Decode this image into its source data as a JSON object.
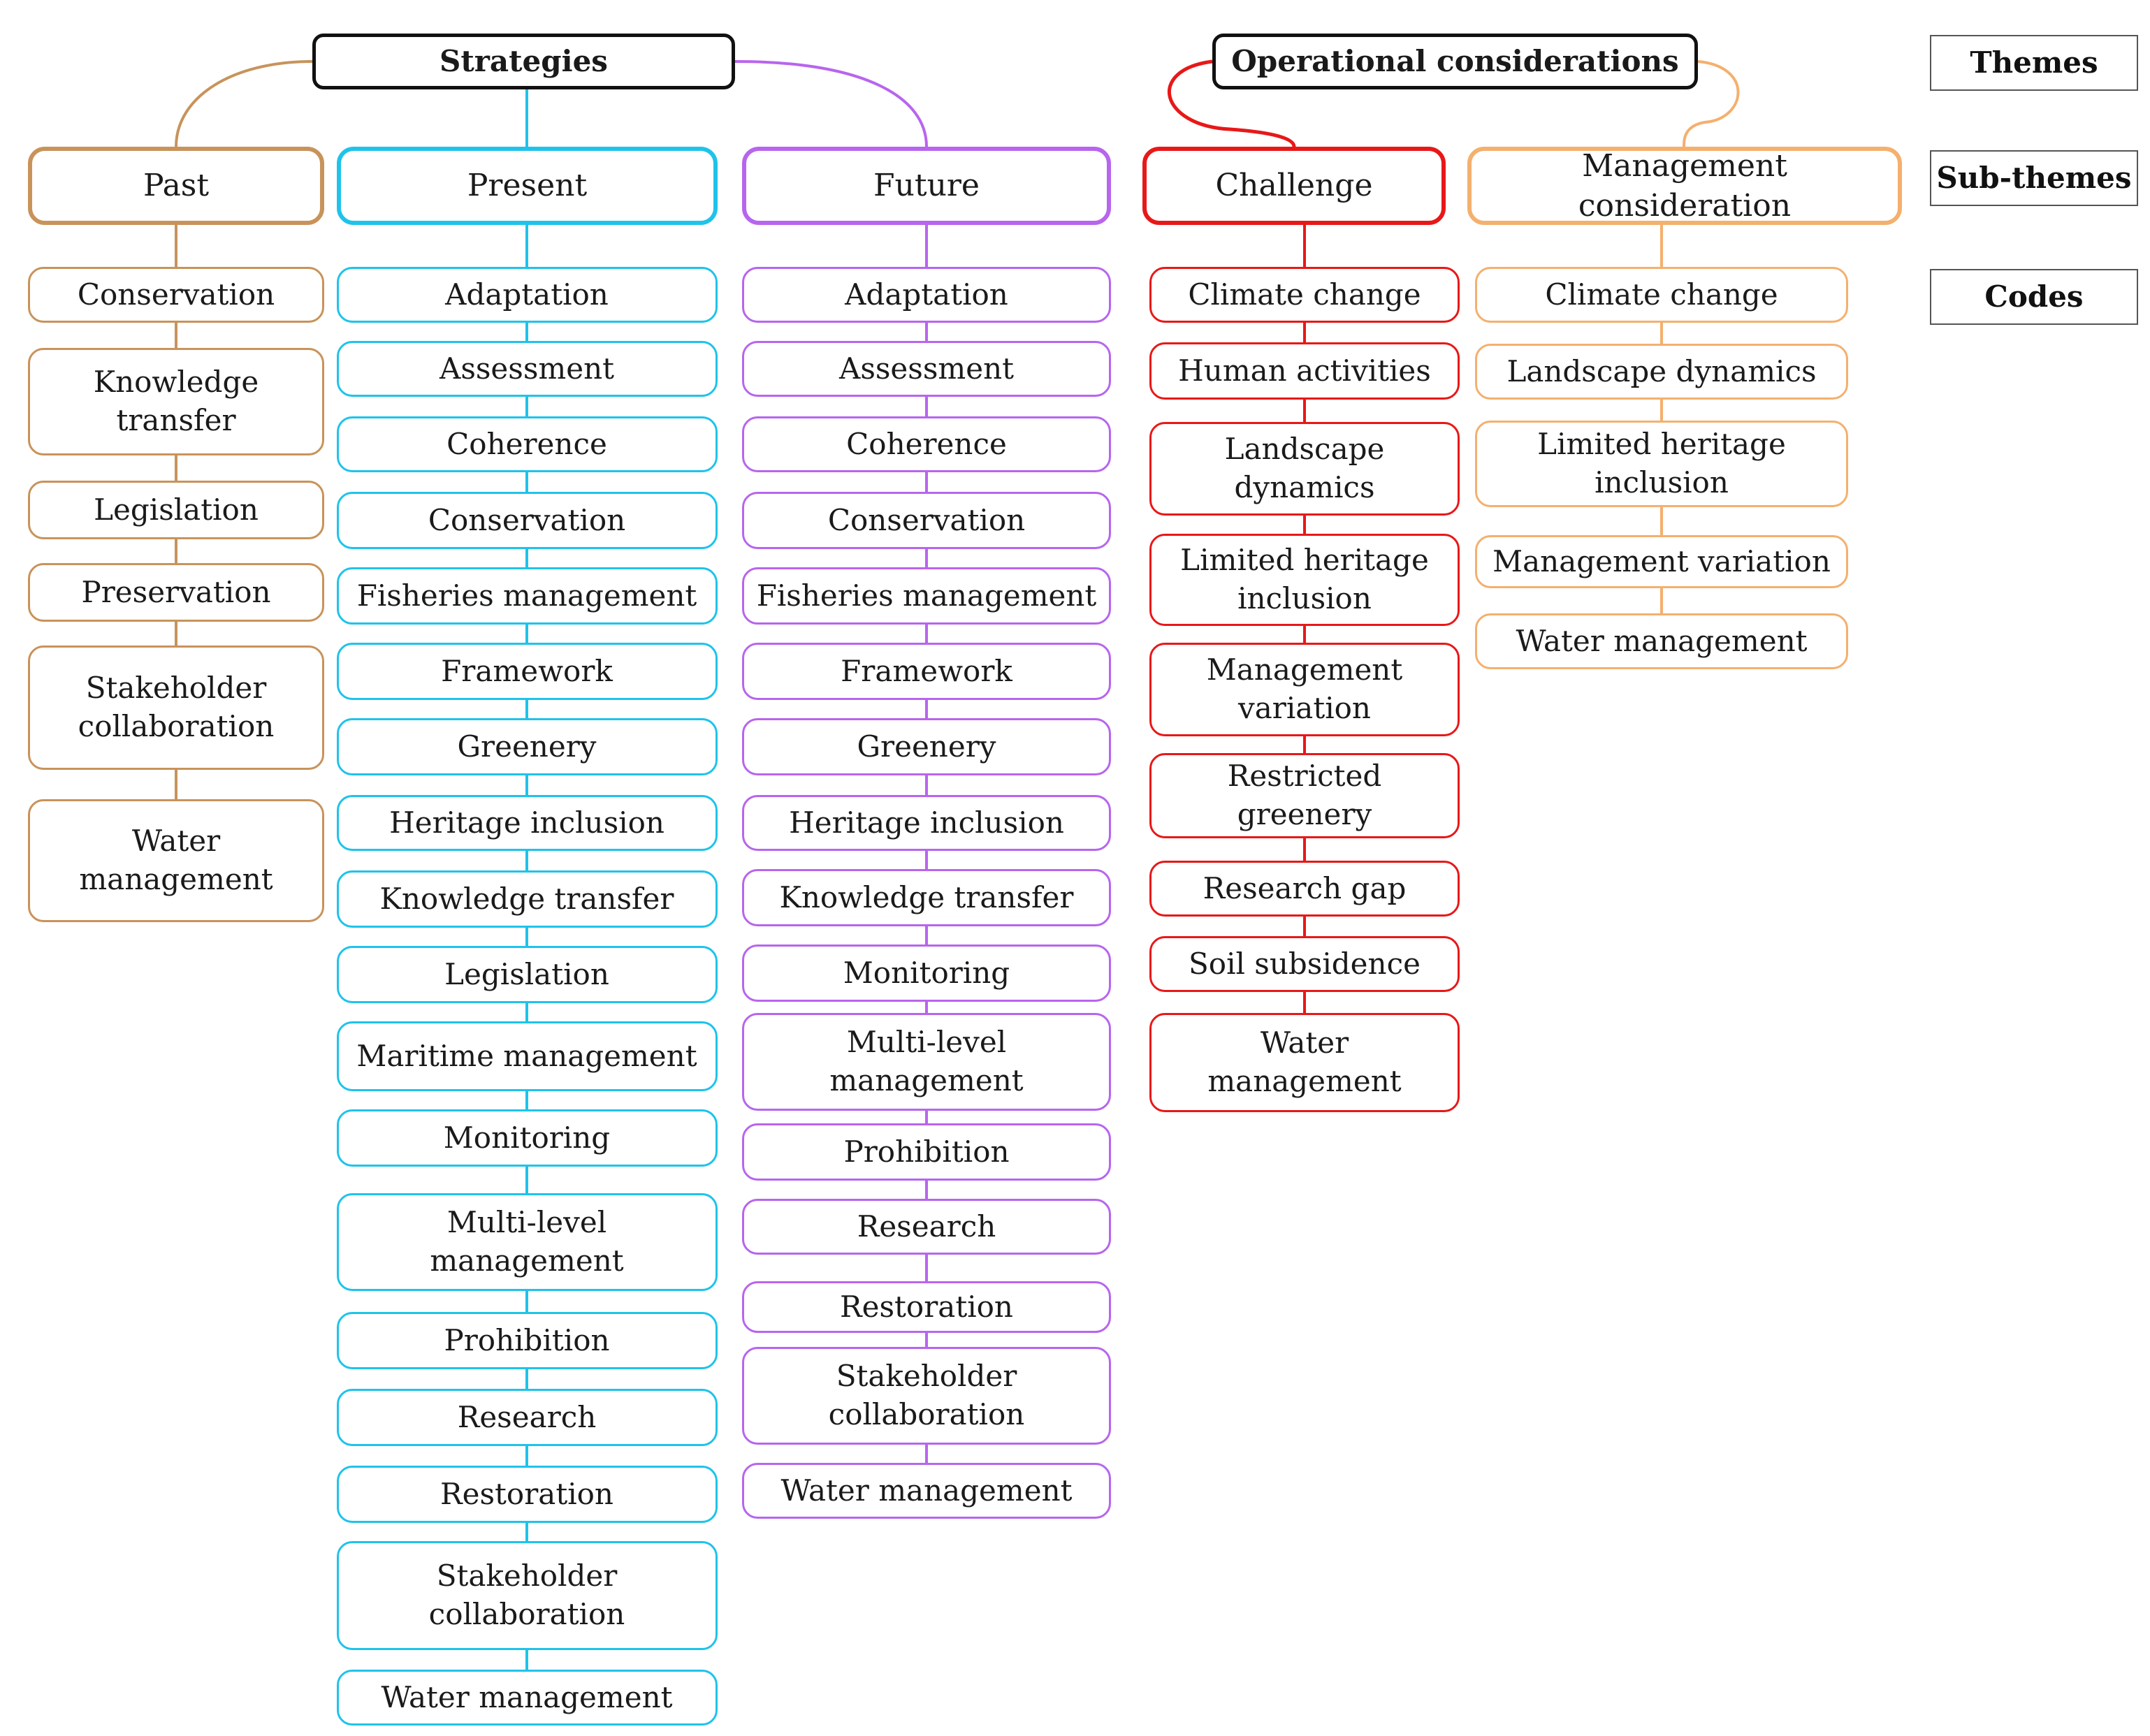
{
  "themes": {
    "strategies": "Strategies",
    "operational": "Operational considerations"
  },
  "legend": [
    "Themes",
    "Sub-themes",
    "Codes"
  ],
  "colors": {
    "past": "#c8935a",
    "present": "#1fc3ea",
    "future": "#b865ee",
    "challenge": "#e81818",
    "management": "#f4b06e"
  },
  "subthemes": {
    "past": "Past",
    "present": "Present",
    "future": "Future",
    "challenge": "Challenge",
    "management": "Management consideration"
  },
  "codes": {
    "past": [
      "Conservation",
      "Knowledge\ntransfer",
      "Legislation",
      "Preservation",
      "Stakeholder\ncollaboration",
      "Water\nmanagement"
    ],
    "present": [
      "Adaptation",
      "Assessment",
      "Coherence",
      "Conservation",
      "Fisheries management",
      "Framework",
      "Greenery",
      "Heritage inclusion",
      "Knowledge transfer",
      "Legislation",
      "Maritime management",
      "Monitoring",
      "Multi-level\nmanagement",
      "Prohibition",
      "Research",
      "Restoration",
      "Stakeholder\ncollaboration",
      "Water management"
    ],
    "future": [
      "Adaptation",
      "Assessment",
      "Coherence",
      "Conservation",
      "Fisheries management",
      "Framework",
      "Greenery",
      "Heritage inclusion",
      "Knowledge transfer",
      "Monitoring",
      "Multi-level\nmanagement",
      "Prohibition",
      "Research",
      "Restoration",
      "Stakeholder\ncollaboration",
      "Water management"
    ],
    "challenge": [
      "Climate change",
      "Human activities",
      "Landscape\ndynamics",
      "Limited heritage\ninclusion",
      "Management\nvariation",
      "Restricted\ngreenery",
      "Research gap",
      "Soil subsidence",
      "Water\nmanagement"
    ],
    "management": [
      "Climate change",
      "Landscape dynamics",
      "Limited heritage\ninclusion",
      "Management variation",
      "Water management"
    ]
  }
}
